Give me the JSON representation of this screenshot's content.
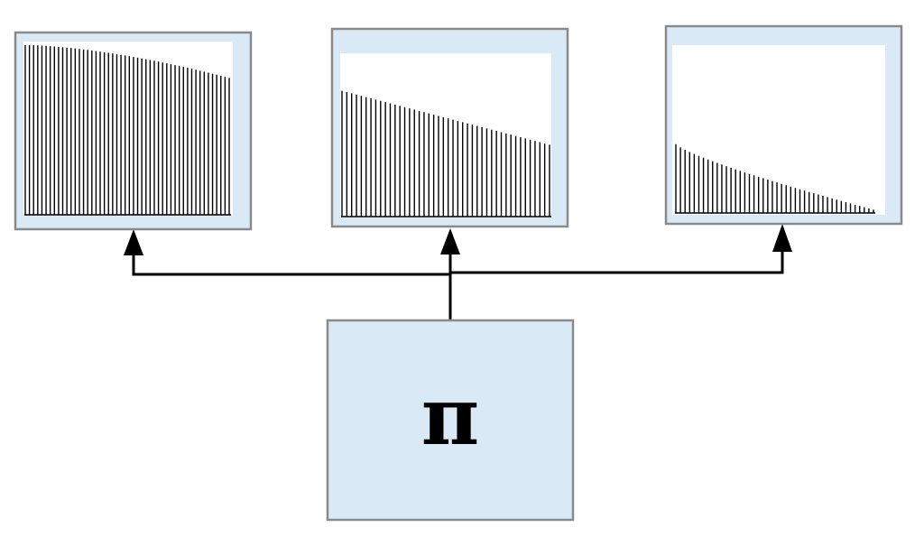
{
  "source": {
    "label": "π",
    "fill": "#d9eaf6",
    "border": "#8a8a8a"
  },
  "distributions": [
    {
      "shape": "slowly-decaying",
      "bars": 50,
      "start": 0.98,
      "end": 0.79,
      "curvature": 1.6
    },
    {
      "shape": "linear-decaying",
      "bars": 44,
      "start": 0.77,
      "end": 0.44,
      "curvature": 1.0
    },
    {
      "shape": "convex-decaying",
      "bars": 44,
      "start": 0.41,
      "end": 0.02,
      "curvature": 0.8
    }
  ],
  "colors": {
    "panel": "#d9eaf6",
    "border": "#8a8a8a",
    "ink": "#000000",
    "background": "#ffffff"
  }
}
